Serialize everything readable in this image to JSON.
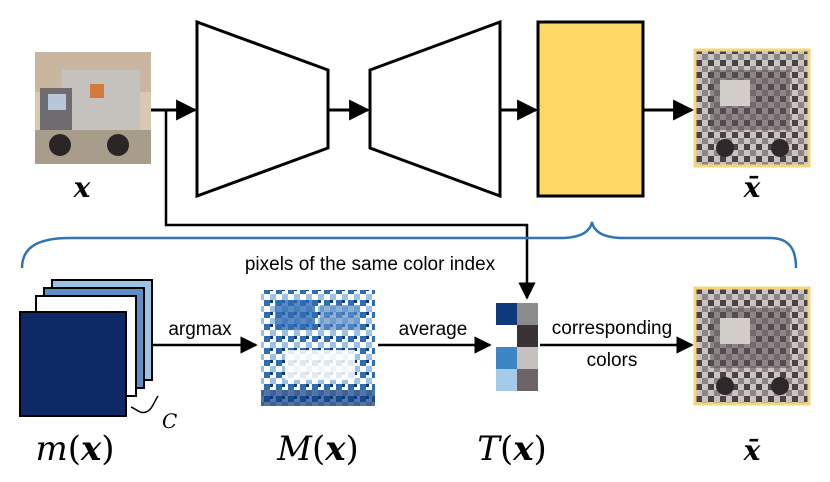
{
  "labels": {
    "input_var": "x",
    "output_var_top": "x̄",
    "output_var_bottom": "x̄",
    "pixels_same_index": "pixels of the same color index",
    "argmax": "argmax",
    "average": "average",
    "corresponding_line1": "corresponding",
    "corresponding_line2": "colors",
    "channel_count": "C",
    "m_fn": "m",
    "M_fn": "M",
    "T_fn": "T",
    "paren_open": "(",
    "paren_close": ")",
    "fn_arg": "x"
  },
  "colors": {
    "yellow_block": "#FFD966",
    "brace": "#2E75B6",
    "mask_dark": "#0E2A66",
    "mask_mid": "#5B8FC6",
    "mask_light": "#9CC3E6",
    "output_frame": "#F5D77A"
  },
  "palette_left": [
    "#0E3A7C",
    "#FFFFFF",
    "#3C86C5",
    "#A6CBE8"
  ],
  "palette_right": [
    "#8C8C8C",
    "#3A3236",
    "#C4C1BE",
    "#6E6468"
  ],
  "icons": {
    "input_image": "truck-image",
    "output_image": "quantized-truck-image",
    "mask_image": "color-index-map"
  }
}
